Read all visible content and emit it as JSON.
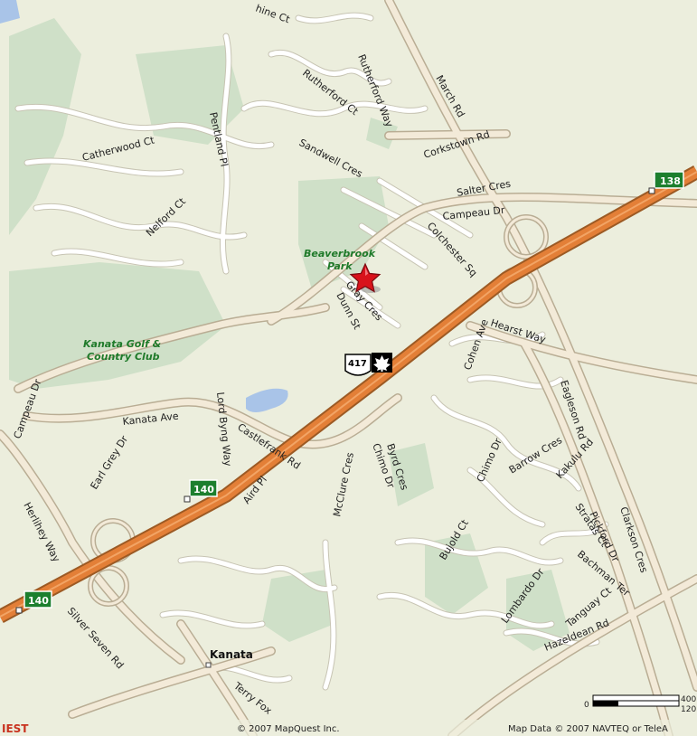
{
  "map": {
    "colors": {
      "land": "#eceedd",
      "park": "#cfe0c8",
      "water": "#a9c4e8",
      "road_fill": "#ffffff",
      "road_casing": "#c7c4b3",
      "arterial_fill": "#f3ead8",
      "arterial_casing": "#b9ad94",
      "highway_fill": "#e37f37",
      "highway_casing": "#9c5a24",
      "shield_green": "#1c7f2e",
      "marker_red": "#d8121b"
    },
    "road_labels": [
      {
        "id": "rutherford-ct",
        "text": "Rutherford Ct"
      },
      {
        "id": "rutherford-way",
        "text": "Rutherford Way"
      },
      {
        "id": "march-rd",
        "text": "March Rd"
      },
      {
        "id": "corkstown-rd",
        "text": "Corkstown Rd"
      },
      {
        "id": "catherwood-ct",
        "text": "Catherwood Ct"
      },
      {
        "id": "pentland-pl",
        "text": "Pentland Pl"
      },
      {
        "id": "sandwell-cres",
        "text": "Sandwell Cres"
      },
      {
        "id": "salter-cres",
        "text": "Salter Cres"
      },
      {
        "id": "campeau-dr-north",
        "text": "Campeau Dr"
      },
      {
        "id": "nelford-ct",
        "text": "Nelford Ct"
      },
      {
        "id": "colchester-sq",
        "text": "Colchester Sq"
      },
      {
        "id": "gray-cres",
        "text": "Gray Cres"
      },
      {
        "id": "dunn-st",
        "text": "Dunn St"
      },
      {
        "id": "cohen-ave",
        "text": "Cohen Ave"
      },
      {
        "id": "hearst-way",
        "text": "Hearst Way"
      },
      {
        "id": "eagleson-rd",
        "text": "Eagleson Rd"
      },
      {
        "id": "campeau-dr-west",
        "text": "Campeau Dr"
      },
      {
        "id": "kanata-ave",
        "text": "Kanata Ave"
      },
      {
        "id": "lord-byng-way",
        "text": "Lord Byng Way"
      },
      {
        "id": "castlefrank-rd",
        "text": "Castlefrank Rd"
      },
      {
        "id": "earl-grey-dr",
        "text": "Earl Grey Dr"
      },
      {
        "id": "herlihey-way",
        "text": "Herlihey Way"
      },
      {
        "id": "aird-pl",
        "text": "Aird Pl"
      },
      {
        "id": "mcclure-cres",
        "text": "McClure Cres"
      },
      {
        "id": "chimo-dr-west",
        "text": "Chimo Dr"
      },
      {
        "id": "byrd-cres",
        "text": "Byrd Cres"
      },
      {
        "id": "chimo-dr-east",
        "text": "Chimo Dr"
      },
      {
        "id": "barrow-cres",
        "text": "Barrow Cres"
      },
      {
        "id": "kakulu-rd",
        "text": "Kakulu Rd"
      },
      {
        "id": "bujold-ct",
        "text": "Bujold Ct"
      },
      {
        "id": "pickford-dr",
        "text": "Pickford Dr"
      },
      {
        "id": "stratas-ct",
        "text": "Stratas Ct"
      },
      {
        "id": "clarkson-cres",
        "text": "Clarkson Cres"
      },
      {
        "id": "bachman-ter",
        "text": "Bachman Ter"
      },
      {
        "id": "lombardo-dr",
        "text": "Lombardo Dr"
      },
      {
        "id": "tanguay-ct",
        "text": "Tanguay Ct"
      },
      {
        "id": "hazeldean-rd",
        "text": "Hazeldean Rd"
      },
      {
        "id": "silver-seven-rd",
        "text": "Silver Seven Rd"
      },
      {
        "id": "terry-fox",
        "text": "Terry Fox"
      },
      {
        "id": "hine-ct",
        "text": "hine Ct"
      }
    ],
    "park_labels": [
      {
        "id": "beaverbrook-park-1",
        "text": "Beaverbrook"
      },
      {
        "id": "beaverbrook-park-2",
        "text": "Park"
      },
      {
        "id": "kanata-golf-1",
        "text": "Kanata Golf &"
      },
      {
        "id": "kanata-golf-2",
        "text": "Country Club"
      }
    ],
    "place_label": "Kanata",
    "shields": {
      "hwy_138": "138",
      "hwy_140_mid": "140",
      "hwy_140_left": "140",
      "hwy_417": "417"
    },
    "icons": {
      "location_marker": "red-star-marker",
      "transcanada": "maple-leaf-shield"
    },
    "footer": {
      "copyright": "© 2007 MapQuest Inc.",
      "map_data": "Map Data © 2007 NAVTEQ or TeleA",
      "corner_logo": "IEST"
    },
    "scale": {
      "zero": "0",
      "upper": "400",
      "lower": "120"
    }
  }
}
